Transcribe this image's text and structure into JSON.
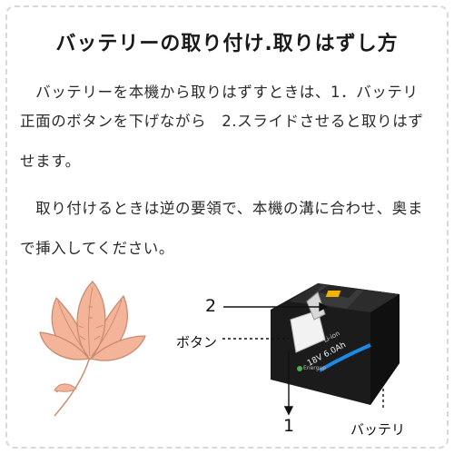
{
  "title": "バッテリーの取り付け.取りはずし方",
  "paragraph1": {
    "line1": "　バッテリーを本機から取りはずすときは、1．バッテリ",
    "line2": "正面のボタンを下げながら　2.スライドさせると取りはず",
    "line3": "せます。"
  },
  "paragraph2": {
    "line1": "　取り付けるときは逆の要領で、本機の溝に合わせ、奥ま",
    "line2": "で挿入してください。"
  },
  "diagram": {
    "step2_label": "2",
    "button_label": "ボタン",
    "step1_label": "1",
    "battery_label": "バッテリ",
    "battery_rating": "18V 6.0Ah",
    "battery_brand": "Li-ion",
    "logo_text": "Energup"
  },
  "colors": {
    "flower_fill": "#f4b49a",
    "flower_stroke": "#c98a6f",
    "battery_body": "#1b1b1b",
    "battery_accent": "#1e88e5",
    "battery_button": "#f2f2f2"
  }
}
